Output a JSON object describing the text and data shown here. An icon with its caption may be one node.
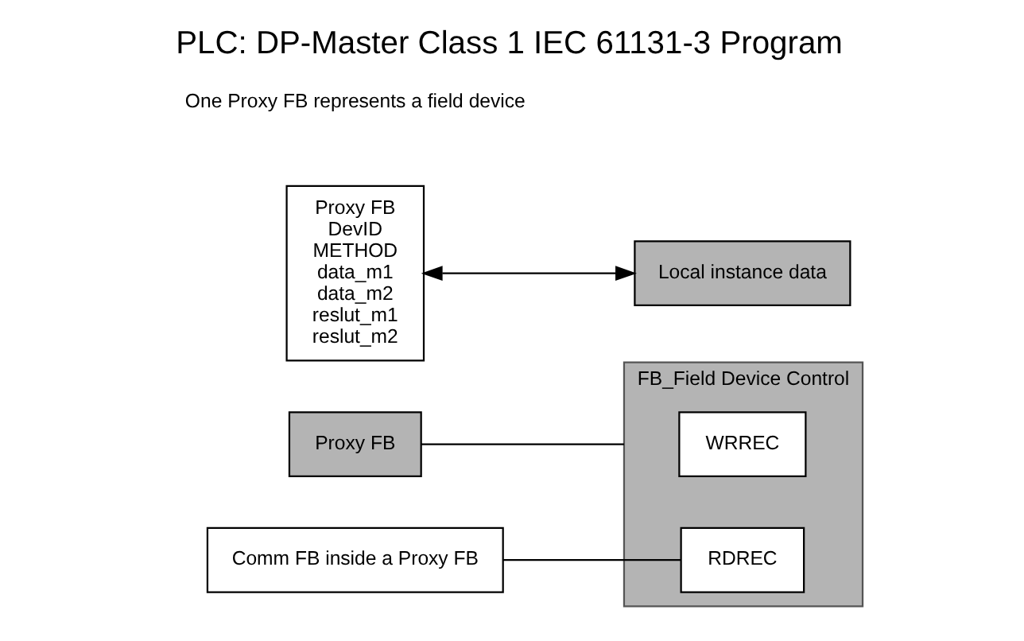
{
  "diagram": {
    "title": "PLC: DP-Master Class 1 IEC 61131-3 Program",
    "nodes": [
      {
        "text": [
          "FB_Field Device Control"
        ]
      },
      {
        "text": [
          "WRREC"
        ],
        "in": 0
      },
      {
        "text": [
          "RDREC"
        ],
        "in": 0
      },
      {
        "text": [
          "Proxy FB"
        ]
      },
      {
        "text": [
          "Comm FB inside a Proxy FB"
        ]
      },
      {
        "text": [
          "Proxy FB",
          "DevID",
          "METHOD",
          "data_m1",
          "data_m2",
          "reslut_m1",
          "reslut_m2"
        ]
      },
      {
        "text": [
          "Local instance data"
        ]
      }
    ],
    "edges": [
      {
        "from": 3,
        "to": 0,
        "arrow": "none"
      },
      {
        "from": 4,
        "to": 2,
        "arrow": "none"
      },
      {
        "from": 5,
        "to": 6,
        "arrow": "both"
      }
    ],
    "labels": [
      "One Proxy FB represents a field device"
    ]
  }
}
